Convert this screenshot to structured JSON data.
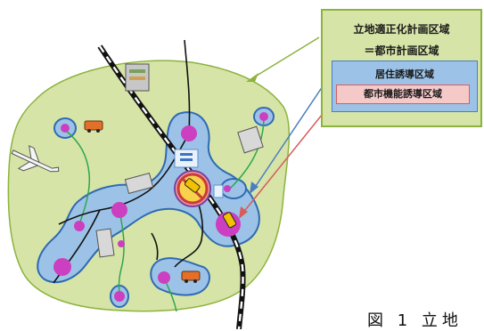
{
  "legend": {
    "line1": "立地適正化計画区域",
    "line2": "＝都市計画区域",
    "residential_area": "居住誘導区域",
    "urban_function_area": "都市機能誘導区域"
  },
  "caption": "図 1 立地",
  "colors": {
    "planning_area": "#d6e4a7",
    "planning_area_border": "#8db33f",
    "residential_area": "#9cc3e7",
    "residential_area_border": "#4a7ec0",
    "urban_function_area": "#f6c9c9",
    "urban_function_border": "#d95b5b",
    "hub_node": "#cc3fc0",
    "rail": "#111111"
  },
  "icons": [
    "airplane-icon",
    "bus-icon",
    "building-icon",
    "train-icon",
    "hospital-icon",
    "no-entry-sign-icon"
  ]
}
